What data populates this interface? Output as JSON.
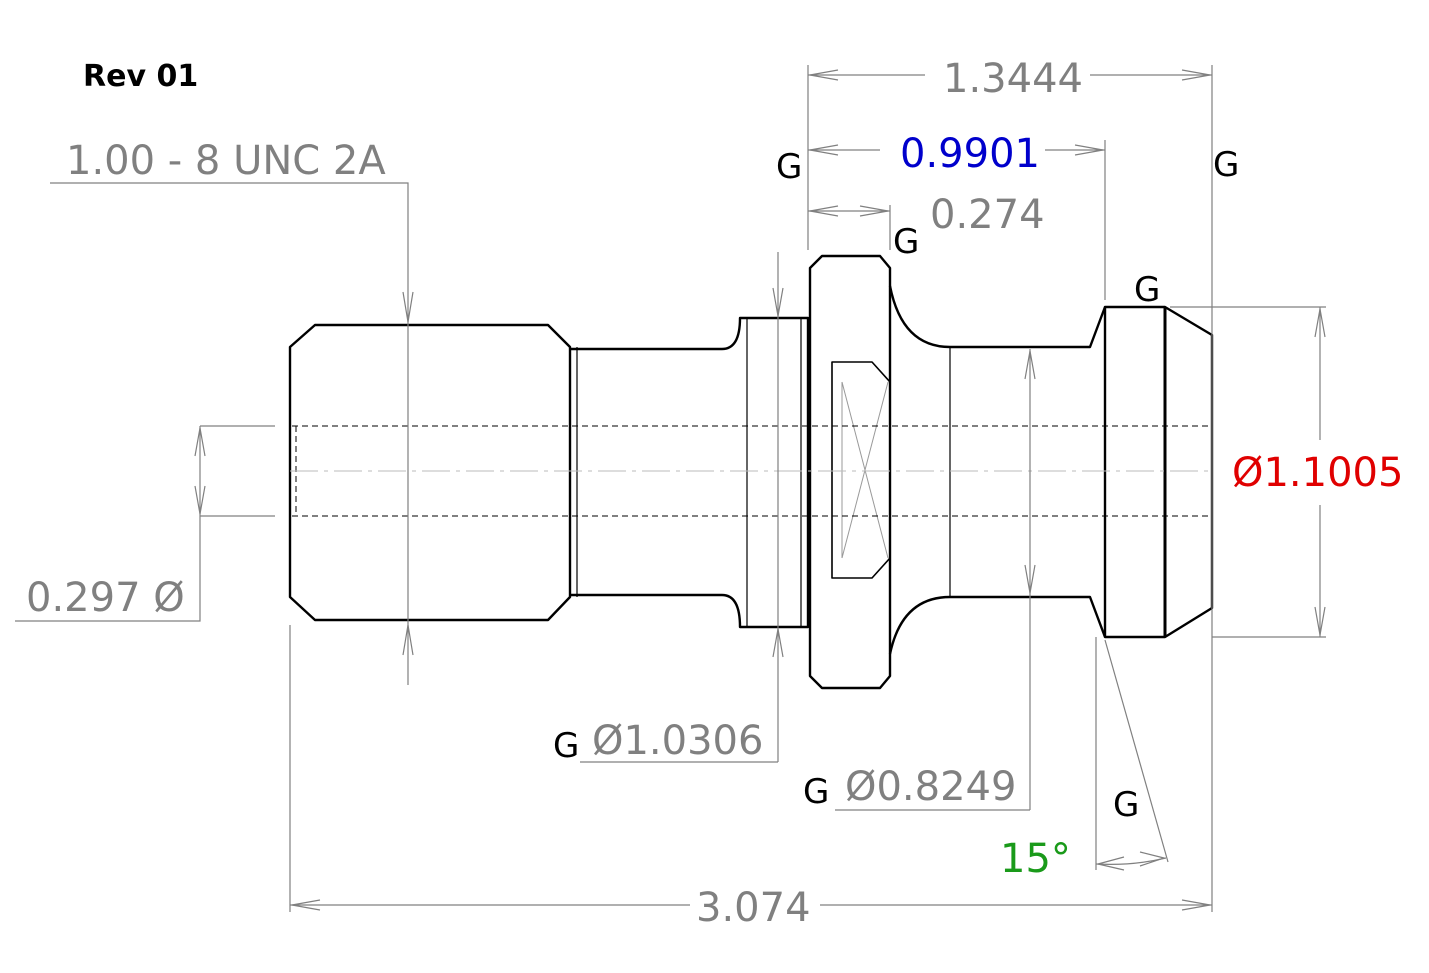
{
  "revision": "Rev 01",
  "colors": {
    "default_dim": "#808080",
    "overall_length_dim": "#0000cc",
    "head_diameter_dim": "#e00000",
    "angle_dim": "#1a9a1a"
  },
  "dimensions": {
    "thread_spec": "1.00 - 8 UNC 2A",
    "bore_diameter": "0.297 Ø",
    "length_head_to_flange": "1.3444",
    "length_head_to_neck": "0.9901",
    "flange_thickness": "0.274",
    "head_diameter": "Ø1.1005",
    "collar_diameter": "Ø1.0306",
    "neck_diameter": "Ø0.8249",
    "taper_angle": "15°",
    "overall_length": "3.074"
  },
  "gauge_marks": {
    "symbol": "G",
    "items": [
      "G",
      "G",
      "G",
      "G",
      "G",
      "G",
      "G"
    ]
  }
}
